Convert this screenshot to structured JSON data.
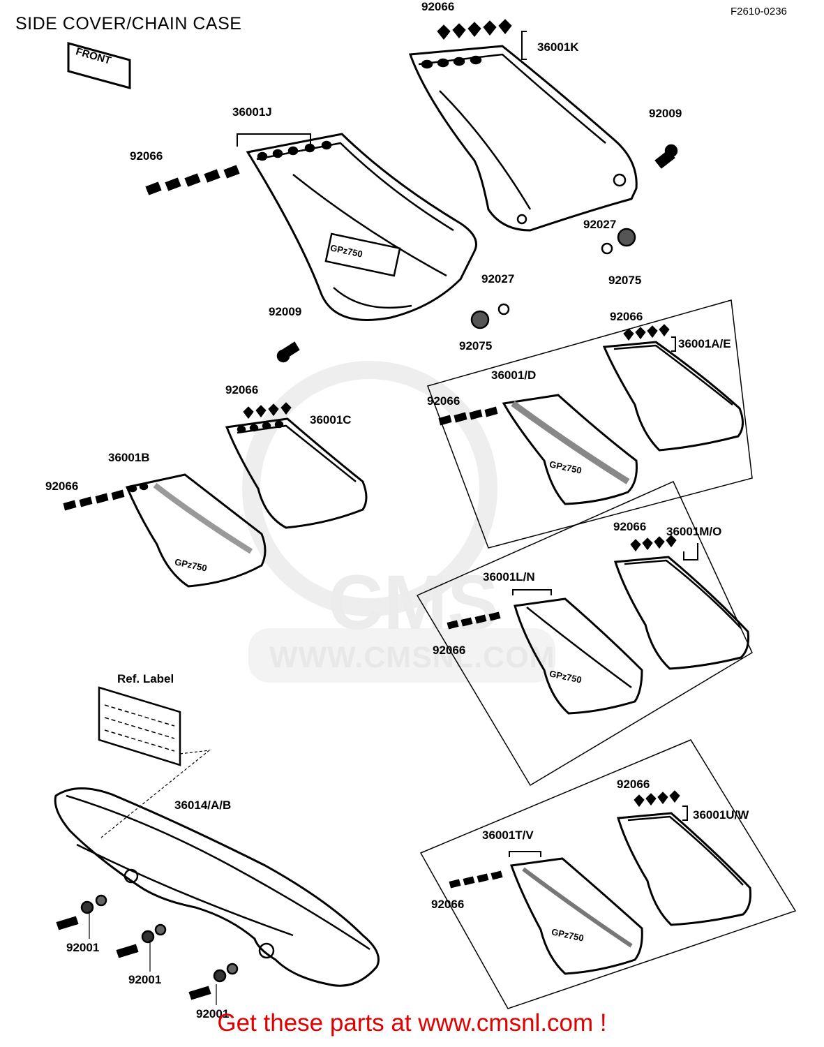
{
  "title": "SIDE COVER/CHAIN CASE",
  "figure_code": "F2610-0236",
  "front_badge": "FRONT",
  "watermark": {
    "logo": "CMS",
    "url": "WWW.CMSNL.COM"
  },
  "decal_text": "GPz750",
  "callouts": {
    "c1": "92066",
    "c2": "36001K",
    "c3": "36001J",
    "c4": "92066",
    "c5": "92009",
    "c6": "92027",
    "c7": "92075",
    "c8": "92027",
    "c9": "92009",
    "c10": "92075",
    "c11": "92066",
    "c12": "36001A/E",
    "c13": "36001/D",
    "c14": "92066",
    "c15": "92066",
    "c16": "36001C",
    "c17": "36001B",
    "c18": "92066",
    "c19": "92066",
    "c20": "36001M/O",
    "c21": "36001L/N",
    "c22": "92066",
    "c23": "Ref. Label",
    "c24": "36014/A/B",
    "c25": "92066",
    "c26": "36001U/W",
    "c27": "36001T/V",
    "c28": "92066",
    "c29": "92001",
    "c30": "92001",
    "c31": "92001"
  },
  "footer": "Get these parts at www.cmsnl.com !"
}
